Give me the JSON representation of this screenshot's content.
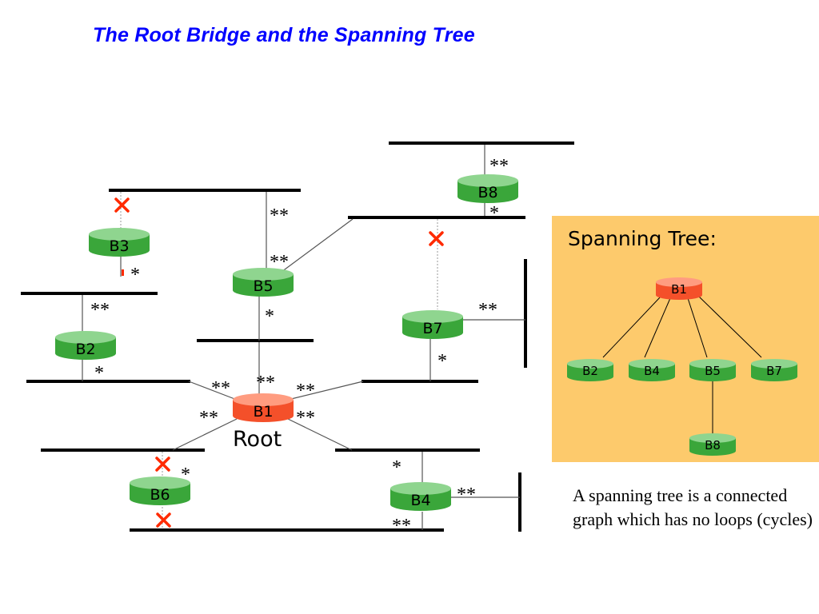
{
  "title": "The Root Bridge and the Spanning Tree",
  "network": {
    "root_label": "Root",
    "port_marks": {
      "root_port": "*",
      "designated_port": "**",
      "blocked_port": "×"
    },
    "bridges": [
      {
        "id": "B1",
        "role": "root"
      },
      {
        "id": "B2"
      },
      {
        "id": "B3"
      },
      {
        "id": "B4"
      },
      {
        "id": "B5"
      },
      {
        "id": "B6"
      },
      {
        "id": "B7"
      },
      {
        "id": "B8"
      }
    ]
  },
  "spanning_tree": {
    "heading": "Spanning Tree:",
    "root": "B1",
    "children_of_root": [
      "B2",
      "B4",
      "B5",
      "B7"
    ],
    "child_of_B5": "B8"
  },
  "caption": "A spanning tree is a connected graph which has no loops (cycles)",
  "colors": {
    "title": "#0000ff",
    "root_bridge": "#f4502a",
    "bridge": "#3aa63a",
    "bridge_top": "#8fd58f",
    "blocked_mark": "#ff2a00",
    "panel_background": "#fdca6c"
  }
}
